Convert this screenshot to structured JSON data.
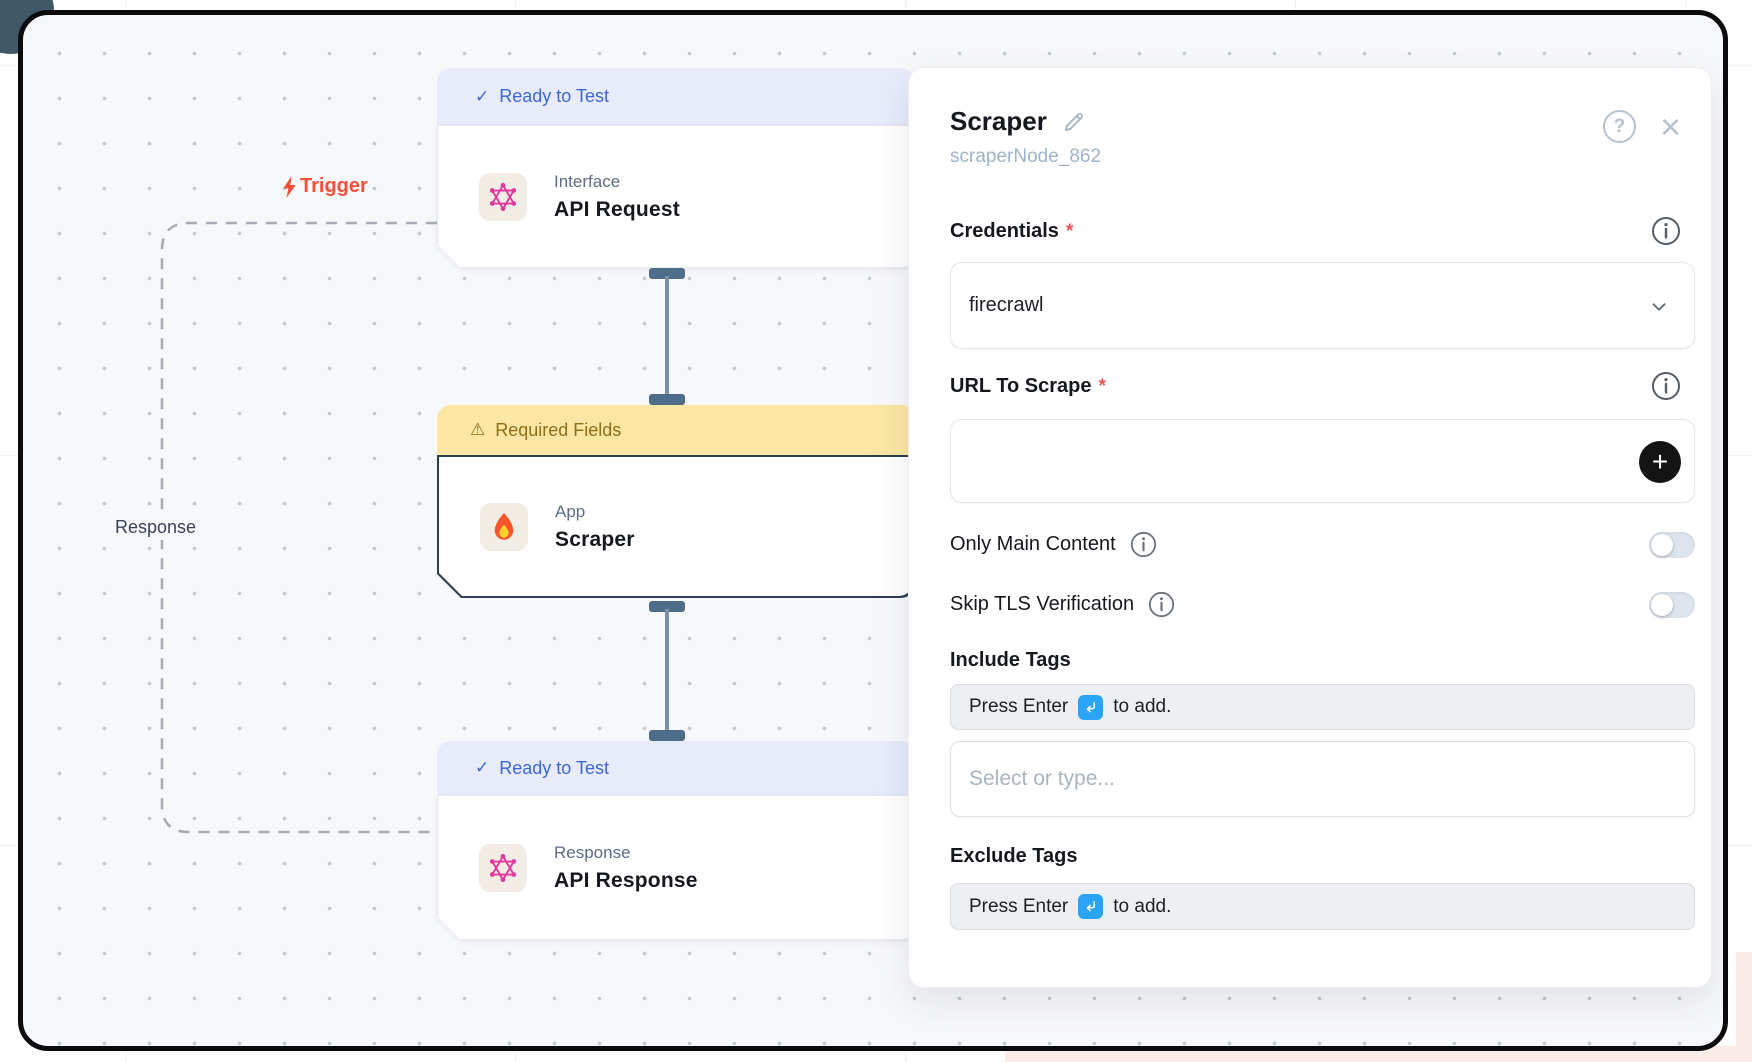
{
  "canvas": {
    "trigger_label": "Trigger",
    "response_label": "Response",
    "nodes": [
      {
        "status_badge": "Ready to Test",
        "status": "ready",
        "type_label": "Interface",
        "title": "API Request",
        "icon": "graphql-icon"
      },
      {
        "status_badge": "Required Fields",
        "status": "warning",
        "type_label": "App",
        "title": "Scraper",
        "icon": "fire-icon",
        "selected": true
      },
      {
        "status_badge": "Ready to Test",
        "status": "ready",
        "type_label": "Response",
        "title": "API Response",
        "icon": "graphql-icon"
      }
    ]
  },
  "panel": {
    "title": "Scraper",
    "node_id": "scraperNode_862",
    "credentials": {
      "label": "Credentials",
      "required_mark": "*",
      "value": "firecrawl"
    },
    "url_to_scrape": {
      "label": "URL To Scrape",
      "required_mark": "*",
      "value": ""
    },
    "only_main_content": {
      "label": "Only Main Content",
      "enabled": false
    },
    "skip_tls_verification": {
      "label": "Skip TLS Verification",
      "enabled": false
    },
    "include_tags": {
      "label": "Include Tags",
      "hint_prefix": "Press Enter",
      "hint_suffix": "to add.",
      "placeholder": "Select or type..."
    },
    "exclude_tags": {
      "label": "Exclude Tags",
      "hint_prefix": "Press Enter",
      "hint_suffix": "to add."
    }
  },
  "glyphs": {
    "check": "✓",
    "warning": "⚠",
    "question": "?",
    "close": "×",
    "plus": "+"
  },
  "colors": {
    "accent_blue": "#3c66d6",
    "badge_ready_bg": "#e7ebfa",
    "badge_warning_bg": "#fbe7a3",
    "badge_warning_text": "#8e6d1a",
    "trigger_red": "#f4503a",
    "connector": "#4d6d89",
    "selected_border": "#2e3d50",
    "canvas_bg": "#f7f8fa",
    "enter_chip_blue": "#2aa4f4"
  }
}
